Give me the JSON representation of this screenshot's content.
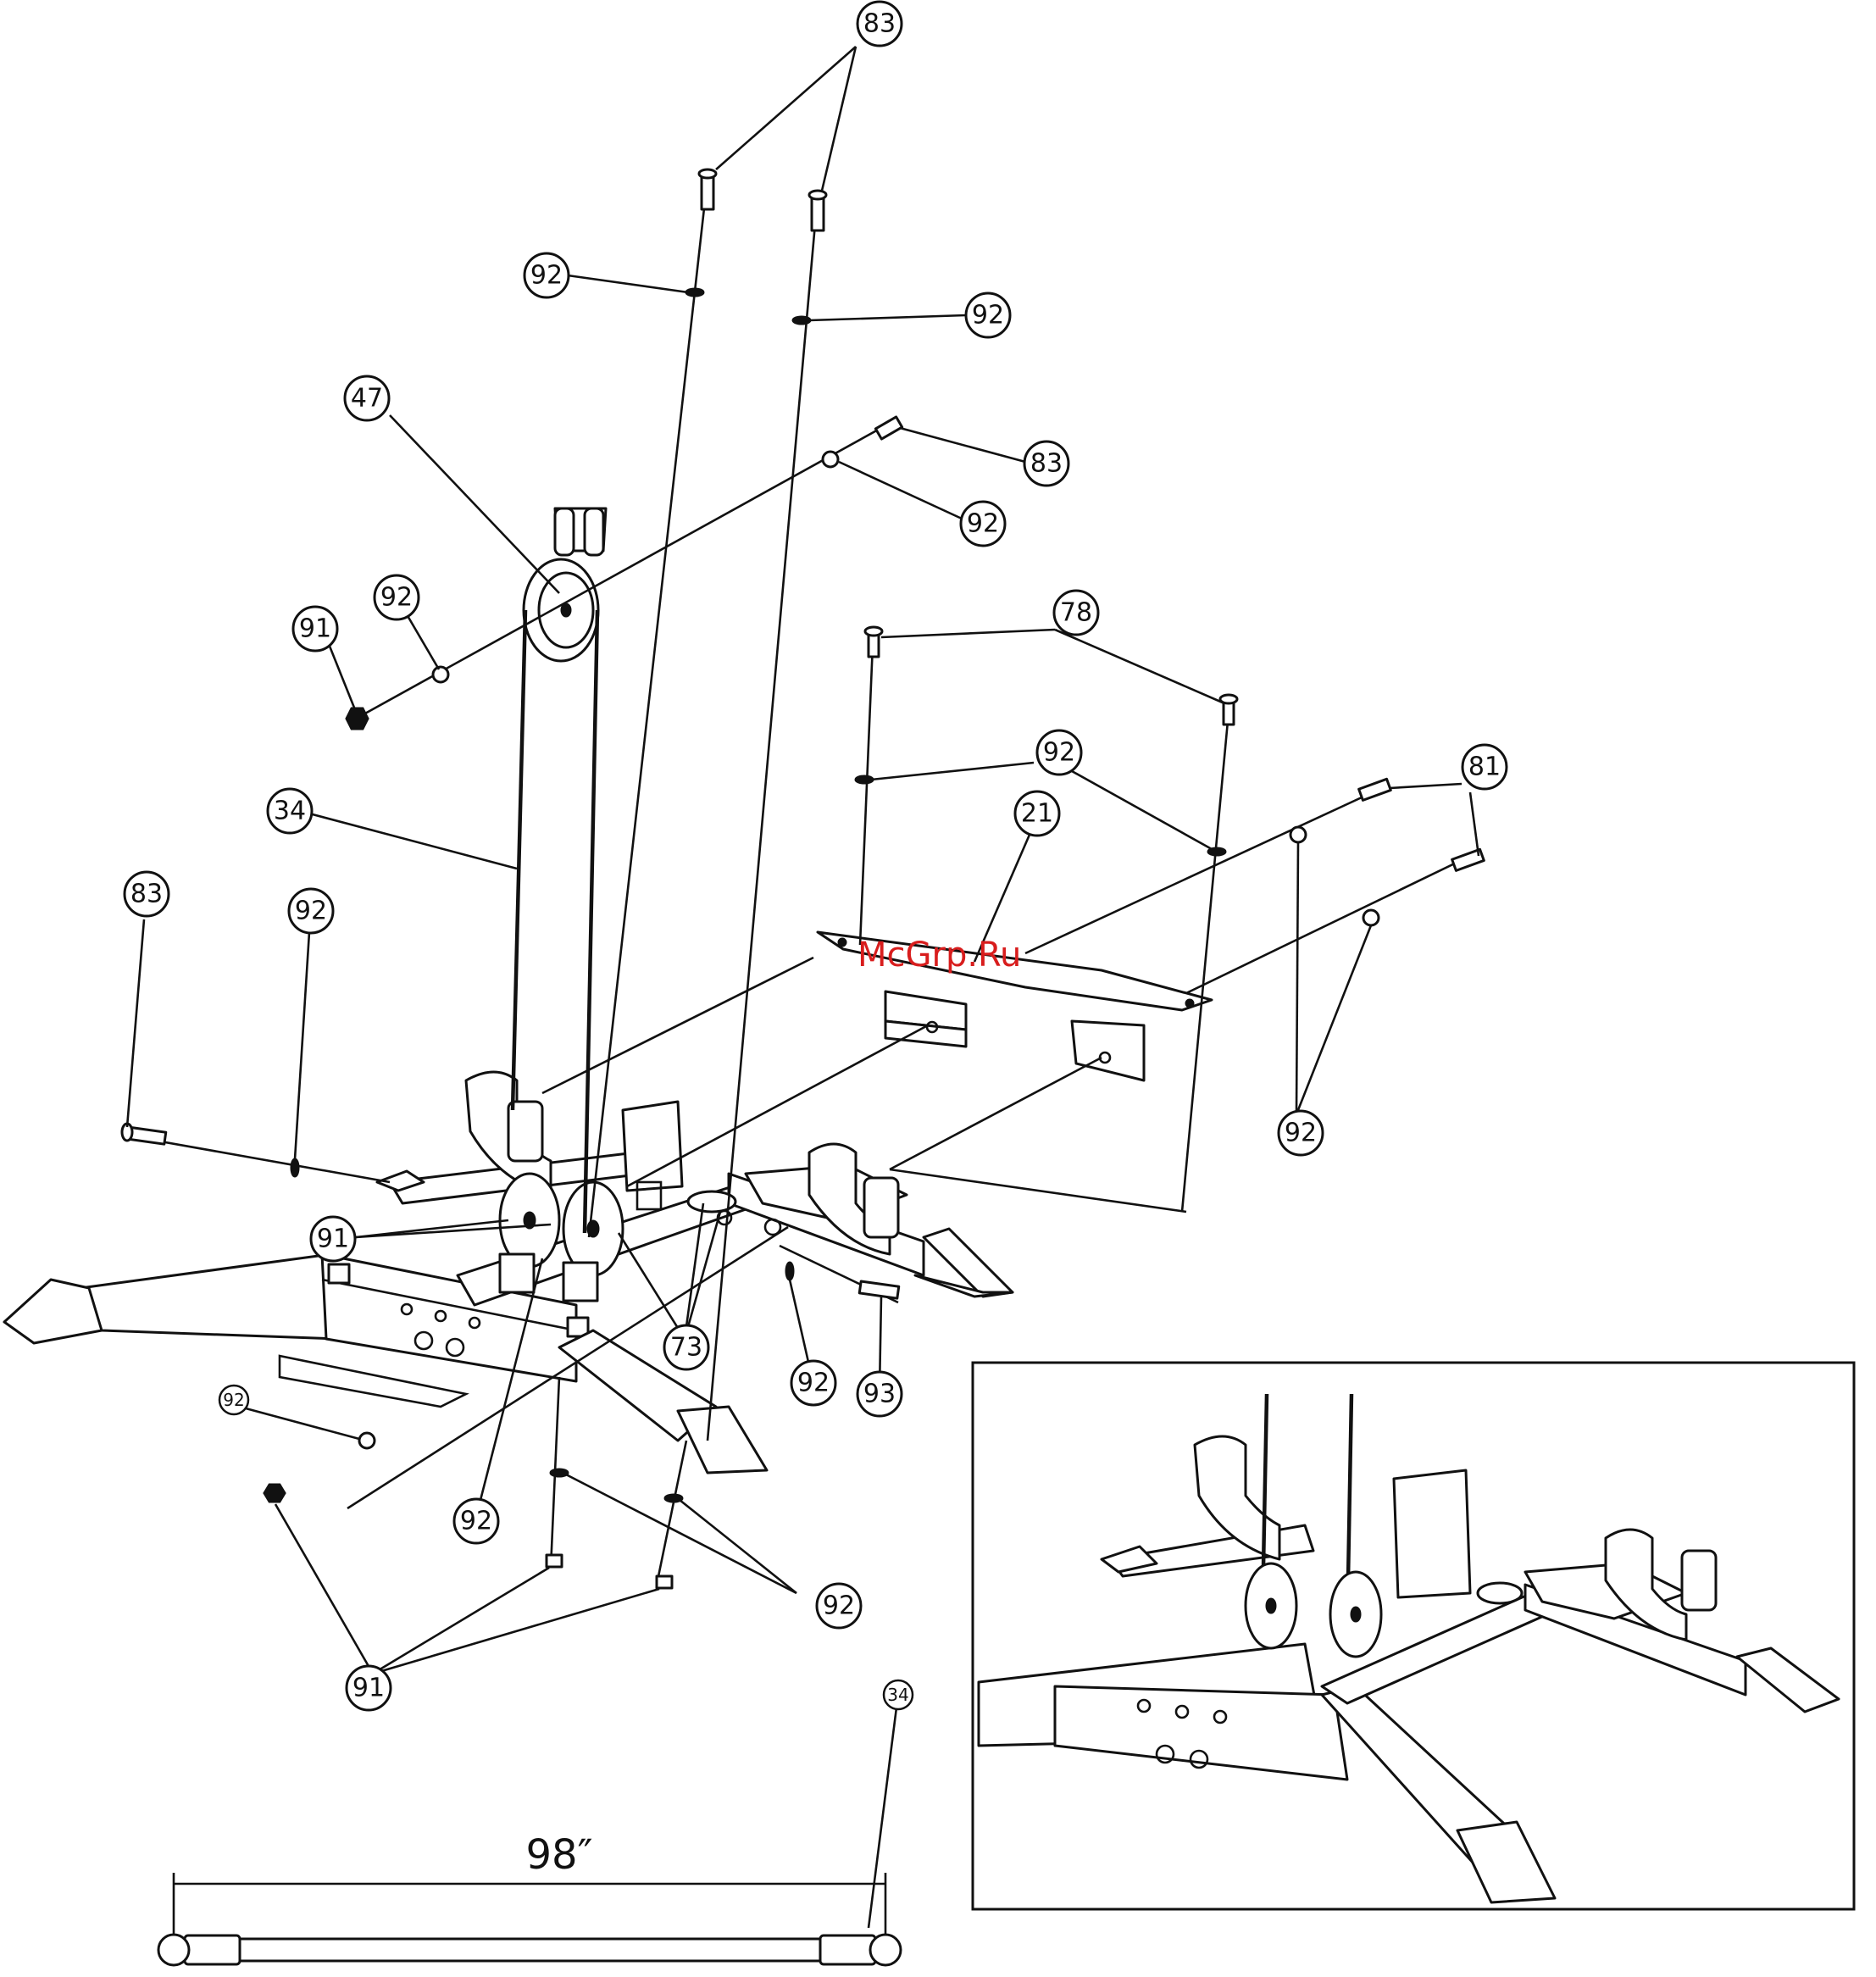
{
  "callouts": [
    {
      "id": "c1",
      "label": "83"
    },
    {
      "id": "c2",
      "label": "92"
    },
    {
      "id": "c3",
      "label": "92"
    },
    {
      "id": "c4",
      "label": "47"
    },
    {
      "id": "c5",
      "label": "83"
    },
    {
      "id": "c6",
      "label": "92"
    },
    {
      "id": "c7",
      "label": "92"
    },
    {
      "id": "c8",
      "label": "91"
    },
    {
      "id": "c9",
      "label": "78"
    },
    {
      "id": "c10",
      "label": "92"
    },
    {
      "id": "c11",
      "label": "81"
    },
    {
      "id": "c12",
      "label": "21"
    },
    {
      "id": "c13",
      "label": "34"
    },
    {
      "id": "c14",
      "label": "83"
    },
    {
      "id": "c15",
      "label": "92"
    },
    {
      "id": "c16",
      "label": "92"
    },
    {
      "id": "c17",
      "label": "91"
    },
    {
      "id": "c18",
      "label": "73"
    },
    {
      "id": "c19",
      "label": "92"
    },
    {
      "id": "c20",
      "label": "93"
    },
    {
      "id": "c21",
      "label": "92"
    },
    {
      "id": "c22",
      "label": "92"
    },
    {
      "id": "c23",
      "label": "92"
    },
    {
      "id": "c24",
      "label": "91"
    },
    {
      "id": "c25",
      "label": "34"
    }
  ],
  "cable_length": "98″",
  "watermark": "McGrp.Ru",
  "colors": {
    "line": "#111111",
    "watermark": "#d81d1d",
    "background": "#ffffff"
  }
}
